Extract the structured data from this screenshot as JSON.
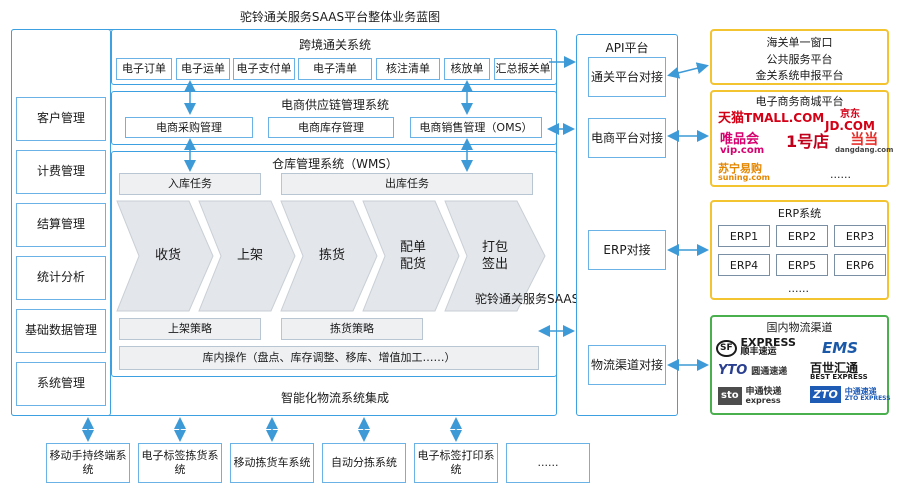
{
  "title": "驼铃通关服务SAAS平台整体业务蓝图",
  "overlay_title": "驼铃通关服务SAAS平台整体业务蓝图",
  "left_menu": [
    "客户管理",
    "计费管理",
    "结算管理",
    "统计分析",
    "基础数据管理",
    "系统管理"
  ],
  "cross_border": {
    "title": "跨境通关系统",
    "items": [
      "电子订单",
      "电子运单",
      "电子支付单",
      "电子清单",
      "核注清单",
      "核放单",
      "汇总报关单"
    ]
  },
  "oms": {
    "title": "电商供应链管理系统",
    "items": [
      "电商采购管理",
      "电商库存管理",
      "电商销售管理（OMS）"
    ]
  },
  "wms": {
    "title": "仓库管理系统（WMS）",
    "in_task": "入库任务",
    "out_task": "出库任务",
    "steps": [
      "收货",
      "上架",
      "拣货",
      "配单配货",
      "打包签出"
    ],
    "putaway_policy": "上架策略",
    "pick_policy": "拣货策略",
    "inner_ops": "库内操作（盘点、库存调整、移库、增值加工……）"
  },
  "integration": "智能化物流系统集成",
  "bottom": [
    "移动手持终端系统",
    "电子标签拣货系统",
    "移动拣货车系统",
    "自动分拣系统",
    "电子标签打印系统",
    "......"
  ],
  "api": {
    "title": "API平台",
    "items": [
      "通关平台对接",
      "电商平台对接",
      "ERP对接",
      "物流渠道对接"
    ]
  },
  "customs_panel": [
    "海关单一窗口",
    "公共服务平台",
    "金关系统申报平台"
  ],
  "ecommerce_panel": {
    "title": "电子商务商城平台",
    "logos": [
      "天猫",
      "TMALL.COM",
      "京东",
      "JD.COM",
      "唯品会",
      "vip.com",
      "1号店",
      "当当",
      "dangdang.com",
      "苏宁易购",
      "suning.com"
    ],
    "more": "......"
  },
  "erp_panel": {
    "title": "ERP系统",
    "items": [
      "ERP1",
      "ERP2",
      "ERP3",
      "ERP4",
      "ERP5",
      "ERP6"
    ],
    "more": "......"
  },
  "logistics_panel": {
    "title": "国内物流渠道",
    "logos": [
      "SF",
      "EXPRESS",
      "顺丰速运",
      "EMS",
      "YTO",
      "圆通速递",
      "百世汇通",
      "BEST EXPRESS",
      "sto",
      "申通快递",
      "express",
      "ZTO",
      "中通速递",
      "ZTO EXPRESS"
    ]
  },
  "colors": {
    "blue_border": "#3da0e0",
    "yellow_border": "#f4c430",
    "green_border": "#49b04d",
    "chevron_fill": "#e3e6ea",
    "arrow": "#3d9ad6"
  }
}
